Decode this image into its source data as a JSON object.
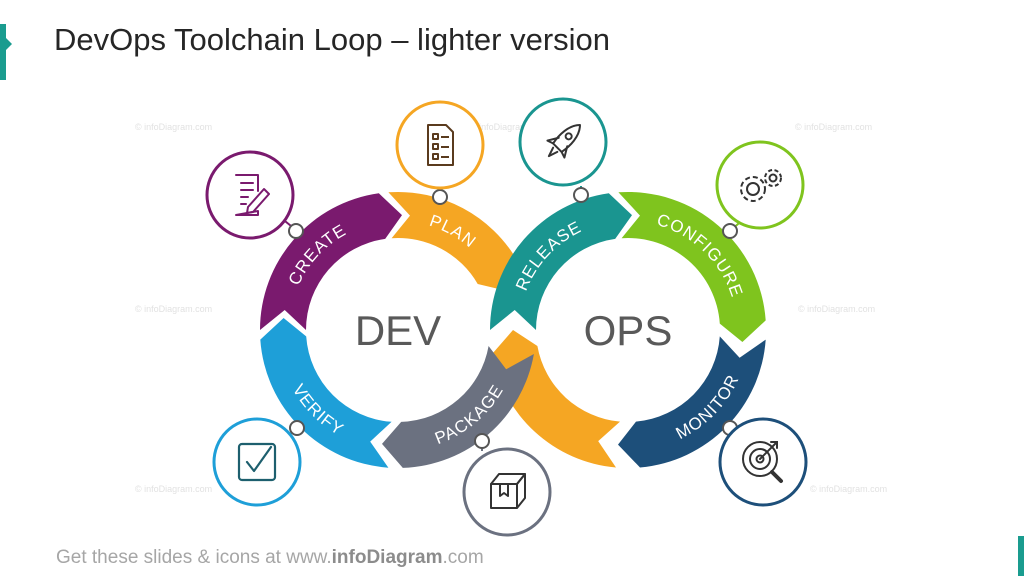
{
  "title": "DevOps Toolchain Loop – lighter version",
  "footer": {
    "prefix": "Get these slides & icons at www.",
    "brand": "infoDiagram",
    "suffix": ".com"
  },
  "watermark": "© infoDiagram.com",
  "hubs": {
    "dev": "DEV",
    "ops": "OPS"
  },
  "stages": [
    {
      "id": "create",
      "label": "CREATE",
      "color": "#7a1a6e",
      "icon": "document-edit-icon"
    },
    {
      "id": "plan",
      "label": "PLAN",
      "color": "#f5a623",
      "icon": "checklist-icon"
    },
    {
      "id": "release",
      "label": "RELEASE",
      "color": "#1a9590",
      "icon": "rocket-icon"
    },
    {
      "id": "configure",
      "label": "CONFIGURE",
      "color": "#7fc41e",
      "icon": "gears-icon"
    },
    {
      "id": "monitor",
      "label": "MONITOR",
      "color": "#1d4f7a",
      "icon": "target-magnifier-icon"
    },
    {
      "id": "package",
      "label": "PACKAGE",
      "color": "#6b7180",
      "icon": "box-icon"
    },
    {
      "id": "verify",
      "label": "VERIFY",
      "color": "#1e9fd8",
      "icon": "checkbox-icon"
    }
  ],
  "unlabeled_segment_color": "#f5a623"
}
